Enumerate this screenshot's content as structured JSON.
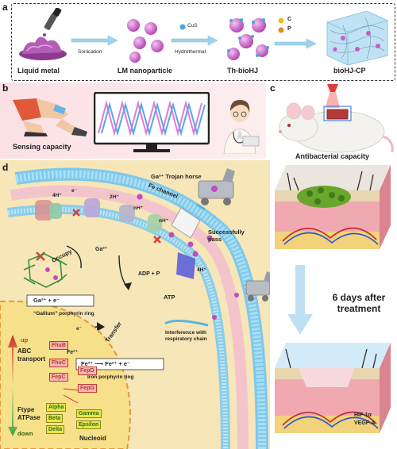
{
  "panel_letters": {
    "a": "a",
    "b": "b",
    "c": "c",
    "d": "d"
  },
  "panel_a": {
    "steps": [
      "Liquid metal",
      "LM nanoparticle",
      "Th-bioHJ",
      "bioHJ-CP"
    ],
    "arrows": [
      "Sonication",
      "Hydrothermal"
    ],
    "legend": {
      "cus": "CuS",
      "c": "C",
      "p": "P"
    }
  },
  "panel_b": {
    "caption": "Sensing capacity"
  },
  "panel_c": {
    "caption": "Antibacterial capacity"
  },
  "panel_d": {
    "trojan": "Ga³⁺ Trojan horse",
    "fe_channel": "Fe channel",
    "successfully_pass": "Successfully pass",
    "protons": [
      "4H⁺",
      "2H⁺",
      "nH⁺",
      "nH⁺",
      "4H⁺"
    ],
    "ga_label": "Ga³⁺",
    "electron": "e⁻",
    "occupy": "Occupy",
    "transfer": "Transfer",
    "adp": "ADP + P",
    "atp": "ATP",
    "ga_eq": "Ga³⁺ + e⁻",
    "gallium_ring": "“Gallium” porphyrin ring",
    "fe_eq": "Fe³⁺ ⟶ Fe²⁺ + e⁻",
    "fe2": "Fe²⁺",
    "iron_ring": "Iron porphyrin ring",
    "interference": "Interference with respiratory chain",
    "up": "up",
    "down": "down",
    "abc": "ABC transport",
    "ftype": "Ftype ATPase",
    "nucleoid": "Nucleoid",
    "abc_genes": [
      "FhuB",
      "FhuC",
      "FepC",
      "FepD",
      "FepG"
    ],
    "atpase_genes": [
      "Alpha",
      "Beta",
      "Delta",
      "Gamma",
      "Epsilon"
    ],
    "treatment": "6 days after treatment",
    "markers": [
      "HIF-1α",
      "VEGF-A"
    ]
  },
  "colors": {
    "wave_pink": "#e07ad6",
    "wave_blue": "#58a6e8",
    "gene_red": "#c0392b",
    "gene_green": "#2e6b1a",
    "nucleoid_fill": "#f7e08a",
    "cell_bg": "#f6e6b8"
  }
}
